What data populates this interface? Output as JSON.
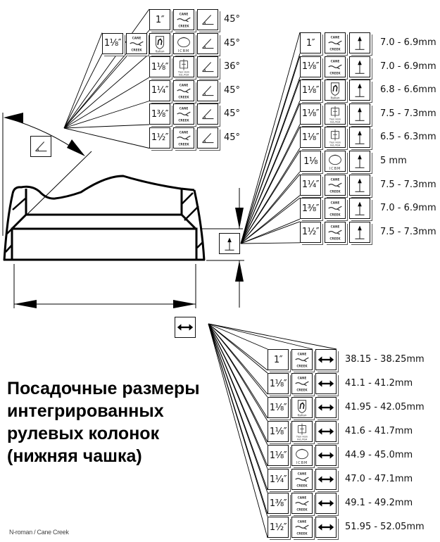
{
  "title_lines": [
    "Посадочные размеры",
    "интегрированных",
    "рулевых колонок",
    "(нижняя чашка)"
  ],
  "credit": "N-roman / Cane Creek",
  "brands": {
    "cane-creek": {
      "top": "CANE",
      "bottom": "CREEK"
    },
    "italian": {
      "label": "Italian"
    },
    "icbm": {
      "label": "ICBM"
    },
    "tien-hsin": {
      "label": "Tien Hsin Ind./FSA"
    }
  },
  "legend": {
    "angle": "angle-icon",
    "depth": "depth-arrow-icon",
    "diameter": "diameter-arrow-icon"
  },
  "angle_table": {
    "rows": [
      {
        "size": "1″",
        "brand": "cane-creek",
        "value": "45°"
      },
      {
        "size": "1⅛″",
        "brand": "cane-creek",
        "brand2": "italian",
        "brand3": "icbm",
        "value": "45°"
      },
      {
        "size": "1⅛″",
        "brand": "tien-hsin",
        "value": "36°"
      },
      {
        "size": "1¼″",
        "brand": "cane-creek",
        "value": "45°"
      },
      {
        "size": "1⅜″",
        "brand": "cane-creek",
        "value": "45°"
      },
      {
        "size": "1½″",
        "brand": "cane-creek",
        "value": "45°"
      }
    ]
  },
  "depth_table": {
    "rows": [
      {
        "size": "1″",
        "brand": "cane-creek",
        "value": "7.0 - 6.9mm"
      },
      {
        "size": "1⅛″",
        "brand": "cane-creek",
        "value": "7.0 - 6.9mm"
      },
      {
        "size": "1⅛″",
        "brand": "italian",
        "value": "6.8 - 6.6mm"
      },
      {
        "size": "1⅛″",
        "brand": "tien-hsin",
        "value": "7.5 - 7.3mm"
      },
      {
        "size": "1⅛″",
        "brand": "tien-hsin",
        "value": "6.5 - 6.3mm"
      },
      {
        "size": "1⅛",
        "brand": "icbm",
        "value": "5 mm"
      },
      {
        "size": "1¼″",
        "brand": "cane-creek",
        "value": "7.5 - 7.3mm"
      },
      {
        "size": "1⅜″",
        "brand": "cane-creek",
        "value": "7.0 - 6.9mm"
      },
      {
        "size": "1½″",
        "brand": "cane-creek",
        "value": "7.5 - 7.3mm"
      }
    ]
  },
  "diameter_table": {
    "rows": [
      {
        "size": "1″",
        "brand": "cane-creek",
        "value": "38.15 - 38.25mm"
      },
      {
        "size": "1⅛″",
        "brand": "cane-creek",
        "value": "41.1 - 41.2mm"
      },
      {
        "size": "1⅛″",
        "brand": "italian",
        "value": "41.95 - 42.05mm"
      },
      {
        "size": "1⅛″",
        "brand": "tien-hsin",
        "value": "41.6 - 41.7mm"
      },
      {
        "size": "1⅛″",
        "brand": "icbm",
        "value": "44.9 - 45.0mm"
      },
      {
        "size": "1¼″",
        "brand": "cane-creek",
        "value": "47.0 - 47.1mm"
      },
      {
        "size": "1⅜″",
        "brand": "cane-creek",
        "value": "49.1 - 49.2mm"
      },
      {
        "size": "1½″",
        "brand": "cane-creek",
        "value": "51.95 - 52.05mm"
      }
    ]
  }
}
